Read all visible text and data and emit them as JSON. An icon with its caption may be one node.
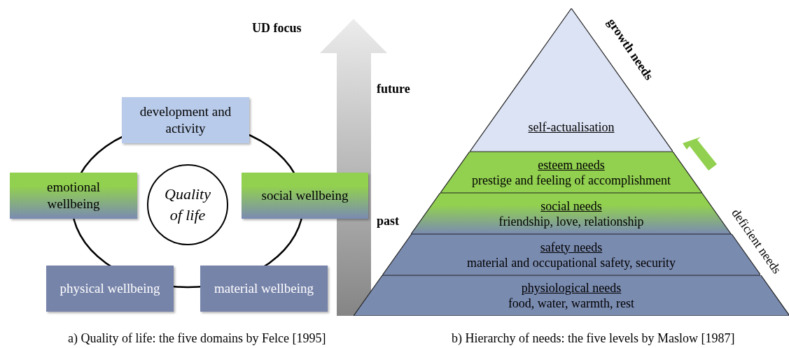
{
  "diagram": {
    "nodes": [
      {
        "text": [
          "development and activity"
        ]
      },
      {
        "text": [
          "emotional wellbeing"
        ]
      },
      {
        "text": [
          "Quality of life"
        ]
      },
      {
        "text": [
          "social wellbeing"
        ]
      },
      {
        "text": [
          "physical wellbeing"
        ]
      },
      {
        "text": [
          "material wellbeing"
        ]
      },
      {
        "text": [
          "self-actualisation"
        ]
      },
      {
        "text": [
          "esteem needs",
          "prestige and feeling of accomplishment"
        ]
      },
      {
        "text": [
          "social needs",
          "friendship, love, relationship"
        ]
      },
      {
        "text": [
          "safety needs",
          "material and occupational safety, security"
        ]
      },
      {
        "text": [
          "physiological needs",
          "food, water, warmth, rest"
        ]
      }
    ],
    "labels": [
      "UD focus",
      "future",
      "past",
      "growth needs",
      "deficient needs",
      "a) Quality of life: the five domains by Felce [1995]",
      "b) Hierarchy of needs: the five levels by Maslow [1987]"
    ]
  }
}
